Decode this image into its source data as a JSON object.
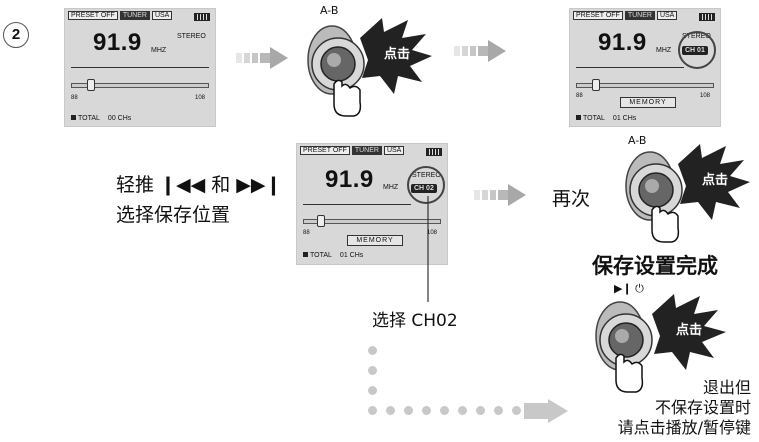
{
  "step_number": "2",
  "screen1": {
    "status": [
      "PRESET OFF",
      "TUNER",
      "USA"
    ],
    "frequency": "91.9",
    "unit": "MHZ",
    "stereo": "STEREO",
    "tick_min": "88",
    "tick_max": "108",
    "total": "TOTAL",
    "channels": "00 CHs"
  },
  "screen2": {
    "status": [
      "PRESET OFF",
      "TUNER",
      "USA"
    ],
    "frequency": "91.9",
    "unit": "MHZ",
    "stereo": "STEREO",
    "channel": "CH 01",
    "tick_min": "88",
    "tick_max": "108",
    "memory": "MEMORY",
    "total": "TOTAL",
    "channels": "01 CHs"
  },
  "screen3": {
    "status": [
      "PRESET OFF",
      "TUNER",
      "USA"
    ],
    "frequency": "91.9",
    "unit": "MHZ",
    "stereo": "STEREO",
    "channel": "CH 02",
    "tick_min": "88",
    "tick_max": "108",
    "memory": "MEMORY",
    "total": "TOTAL",
    "channels": "01 CHs"
  },
  "device_top": {
    "label": "A-B",
    "burst": "点击"
  },
  "device_mid": {
    "label": "A-B",
    "burst": "点击"
  },
  "device_bottom": {
    "label": "▶❙ ⏻",
    "burst": "点击"
  },
  "instr_line1": "轻推 ❙◀◀ 和 ▶▶❙",
  "instr_line2": "选择保存位置",
  "again": "再次",
  "done": "保存设置完成",
  "select_ch": "选择 CH02",
  "exit_lines": [
    "退出但",
    "不保存设置时",
    "请点击播放/暂停键"
  ]
}
